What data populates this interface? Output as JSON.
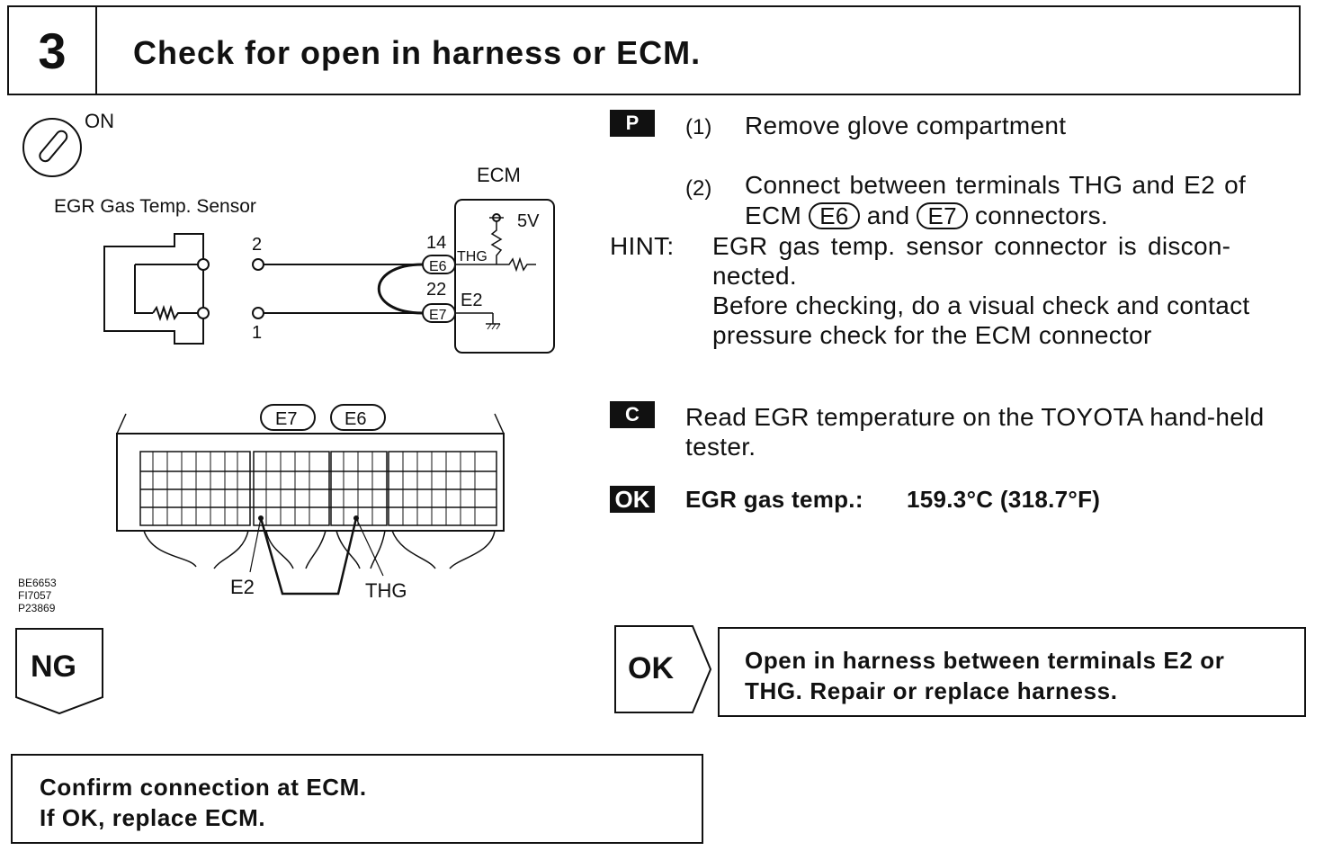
{
  "header": {
    "step_number": "3",
    "title": "Check for open in harness or ECM."
  },
  "diagram": {
    "ignition_label": "ON",
    "ecm_label": "ECM",
    "sensor_label": "EGR Gas Temp. Sensor",
    "sensor_pin_top": "2",
    "sensor_pin_bottom": "1",
    "pin_thg_number": "14",
    "pin_e2_number": "22",
    "connector_e6": "E6",
    "connector_e7": "E7",
    "thg_label": "THG",
    "e2_label": "E2",
    "voltage_label": "5V",
    "connector_view_e7": "E7",
    "connector_view_e6": "E6",
    "connector_view_e2": "E2",
    "connector_view_thg": "THG",
    "figure_codes": [
      "BE6653",
      "FI7057",
      "P23869"
    ]
  },
  "instructions": {
    "p_badge": "P",
    "step1_num": "(1)",
    "step1_text": "Remove glove compartment",
    "step2_num": "(2)",
    "step2_line1": "Connect between terminals THG and E2 of",
    "step2_ecm": "ECM",
    "step2_conn_a": "E6",
    "step2_and": "and",
    "step2_conn_b": "E7",
    "step2_tail": "connectors.",
    "hint_label": "HINT:",
    "hint_line1": "EGR gas temp. sensor connector is discon-",
    "hint_line2": "nected.",
    "hint_line3": "Before checking, do a visual check and contact",
    "hint_line4": "pressure check for the ECM connector",
    "c_badge": "C",
    "c_line1": "Read EGR temperature on the TOYOTA hand-held",
    "c_line2": "tester.",
    "ok_badge": "OK",
    "ok_spec_label": "EGR gas temp.:",
    "ok_spec_value": "159.3°C (318.7°F)"
  },
  "flow": {
    "ok_label": "OK",
    "ok_result_line1": "Open in harness between terminals E2 or",
    "ok_result_line2": "THG. Repair or replace harness.",
    "ng_label": "NG",
    "ng_result_line1": "Confirm connection at ECM.",
    "ng_result_line2": "If OK, replace ECM."
  }
}
